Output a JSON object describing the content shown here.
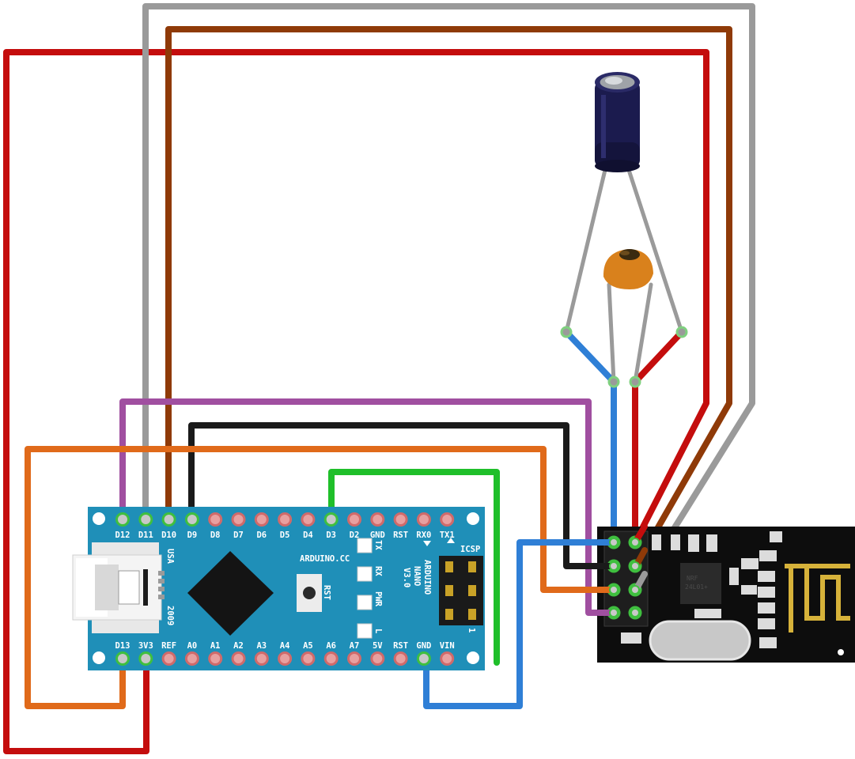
{
  "colors": {
    "red": "#c40d0d",
    "gray": "#9a9a9a",
    "brown": "#8f3a08",
    "purple": "#a04fa0",
    "black": "#1a1a1a",
    "orange": "#e06a1a",
    "green": "#1fbf2a",
    "blue": "#2f7fd6",
    "board": "#1f8fb8",
    "module": "#0d0d0d"
  },
  "arduino": {
    "top_pins": [
      "D12",
      "D11",
      "D10",
      "D9",
      "D8",
      "D7",
      "D6",
      "D5",
      "D4",
      "D3",
      "D2",
      "GND",
      "RST",
      "RX0",
      "TX1"
    ],
    "bottom_pins": [
      "D13",
      "3V3",
      "REF",
      "A0",
      "A1",
      "A2",
      "A3",
      "A4",
      "A5",
      "A6",
      "A7",
      "5V",
      "RST",
      "GND",
      "VIN"
    ],
    "usa_label": "USA",
    "year_label": "2009",
    "brand_label": "ARDUINO.CC",
    "model_line1": "ARDUINO",
    "model_line2": "NANO",
    "model_line3": "V3.0",
    "rst_label": "RST",
    "icsp_label": "ICSP",
    "led_labels": [
      "TX",
      "RX",
      "PWR",
      "L"
    ],
    "icsp_pin1": "1"
  },
  "nrf_module": {
    "chip_line1": "NRF",
    "chip_line2": "24L01+"
  }
}
